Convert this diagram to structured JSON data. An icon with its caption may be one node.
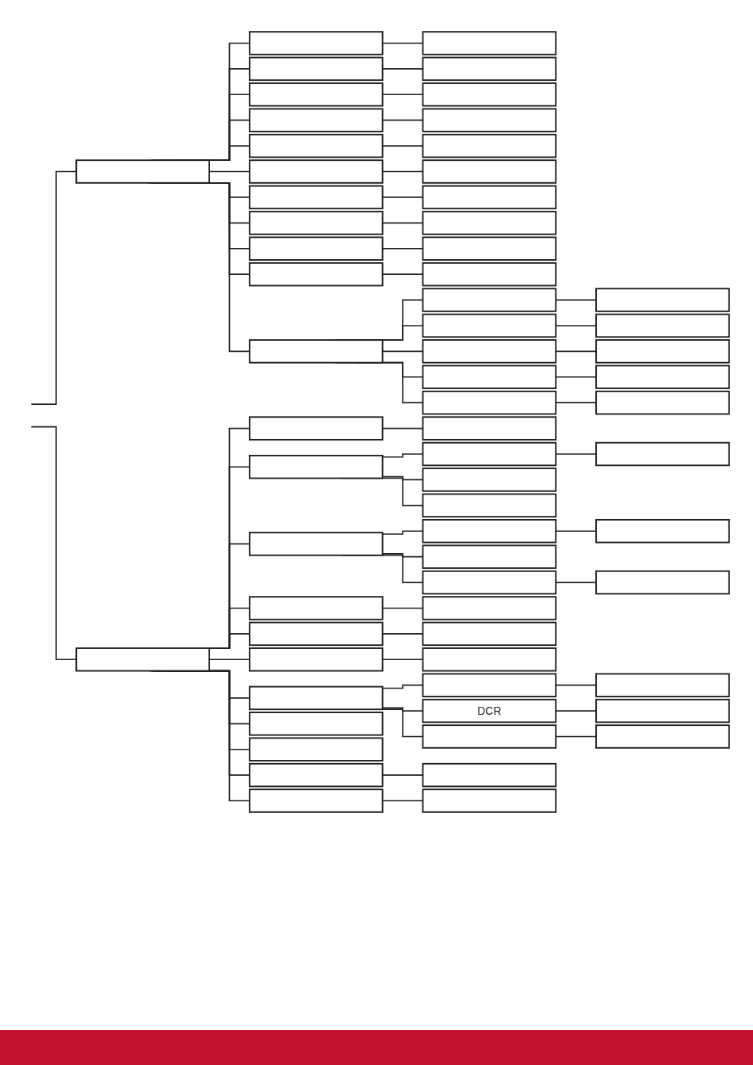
{
  "diagram": {
    "nodes": [
      {
        "text": [],
        "shape": "box"
      },
      {
        "text": [],
        "shape": "box"
      },
      {
        "text": [],
        "shape": "box"
      },
      {
        "text": [],
        "shape": "box"
      },
      {
        "text": [],
        "shape": "box"
      },
      {
        "text": [],
        "shape": "box"
      },
      {
        "text": [],
        "shape": "box"
      },
      {
        "text": [],
        "shape": "box"
      },
      {
        "text": [],
        "shape": "box"
      },
      {
        "text": [],
        "shape": "box"
      },
      {
        "text": [],
        "shape": "box"
      },
      {
        "text": [],
        "shape": "box"
      },
      {
        "text": [],
        "shape": "box"
      },
      {
        "text": [],
        "shape": "box"
      },
      {
        "text": [],
        "shape": "box"
      },
      {
        "text": [],
        "shape": "box"
      },
      {
        "text": [],
        "shape": "box"
      },
      {
        "text": [],
        "shape": "box"
      },
      {
        "text": [],
        "shape": "box"
      },
      {
        "text": [],
        "shape": "box"
      },
      {
        "text": [],
        "shape": "box"
      },
      {
        "text": [],
        "shape": "box"
      },
      {
        "text": [],
        "shape": "box"
      },
      {
        "text": [],
        "shape": "box"
      },
      {
        "text": [],
        "shape": "box"
      },
      {
        "text": [],
        "shape": "box"
      },
      {
        "text": [],
        "shape": "box"
      },
      {
        "text": [],
        "shape": "box"
      },
      {
        "text": [],
        "shape": "box"
      },
      {
        "text": [],
        "shape": "box"
      },
      {
        "text": [],
        "shape": "box"
      },
      {
        "text": [],
        "shape": "box"
      },
      {
        "text": [],
        "shape": "box"
      },
      {
        "text": [],
        "shape": "box"
      },
      {
        "text": [],
        "shape": "box"
      },
      {
        "text": [],
        "shape": "box"
      },
      {
        "text": [],
        "shape": "box"
      },
      {
        "text": [],
        "shape": "box"
      },
      {
        "text": [],
        "shape": "box"
      },
      {
        "text": [],
        "shape": "box"
      },
      {
        "text": [],
        "shape": "box"
      },
      {
        "text": [],
        "shape": "box"
      },
      {
        "text": [],
        "shape": "box"
      },
      {
        "text": [],
        "shape": "box"
      },
      {
        "text": [],
        "shape": "box"
      },
      {
        "text": [],
        "shape": "box"
      },
      {
        "text": [],
        "shape": "box"
      },
      {
        "text": [],
        "shape": "box"
      },
      {
        "text": [],
        "shape": "box"
      },
      {
        "text": [],
        "shape": "box"
      },
      {
        "text": [],
        "shape": "box"
      },
      {
        "text": [],
        "shape": "box"
      },
      {
        "text": [],
        "shape": "box"
      },
      {
        "text": [],
        "shape": "box"
      },
      {
        "text": [],
        "shape": "box"
      },
      {
        "text": [
          "DCR"
        ]
      },
      {
        "text": [],
        "shape": "box"
      },
      {
        "text": [],
        "shape": "box"
      },
      {
        "text": [],
        "shape": "box"
      },
      {
        "text": [],
        "shape": "box"
      },
      {
        "text": [],
        "shape": "box"
      },
      {
        "text": [],
        "shape": "box"
      },
      {
        "text": [],
        "shape": "box"
      },
      {
        "text": [],
        "shape": "box"
      },
      {
        "text": [],
        "shape": "box"
      }
    ],
    "edges": [
      {
        "from": null,
        "to": 0,
        "arrow": "none"
      },
      {
        "from": null,
        "to": 32,
        "arrow": "none"
      },
      {
        "from": 0,
        "to": 1,
        "arrow": "none"
      },
      {
        "from": 0,
        "to": 2,
        "arrow": "none"
      },
      {
        "from": 0,
        "to": 3,
        "arrow": "none"
      },
      {
        "from": 0,
        "to": 4,
        "arrow": "none"
      },
      {
        "from": 0,
        "to": 5,
        "arrow": "none"
      },
      {
        "from": 0,
        "to": 6,
        "arrow": "none"
      },
      {
        "from": 0,
        "to": 7,
        "arrow": "none"
      },
      {
        "from": 0,
        "to": 8,
        "arrow": "none"
      },
      {
        "from": 0,
        "to": 9,
        "arrow": "none"
      },
      {
        "from": 0,
        "to": 10,
        "arrow": "none"
      },
      {
        "from": 0,
        "to": 11,
        "arrow": "none"
      },
      {
        "from": 1,
        "to": 12,
        "arrow": "none"
      },
      {
        "from": 2,
        "to": 13,
        "arrow": "none"
      },
      {
        "from": 3,
        "to": 14,
        "arrow": "none"
      },
      {
        "from": 4,
        "to": 15,
        "arrow": "none"
      },
      {
        "from": 5,
        "to": 16,
        "arrow": "none"
      },
      {
        "from": 6,
        "to": 17,
        "arrow": "none"
      },
      {
        "from": 7,
        "to": 18,
        "arrow": "none"
      },
      {
        "from": 8,
        "to": 19,
        "arrow": "none"
      },
      {
        "from": 9,
        "to": 20,
        "arrow": "none"
      },
      {
        "from": 10,
        "to": 21,
        "arrow": "none"
      },
      {
        "from": 11,
        "to": 22,
        "arrow": "none"
      },
      {
        "from": 11,
        "to": 23,
        "arrow": "none"
      },
      {
        "from": 11,
        "to": 24,
        "arrow": "none"
      },
      {
        "from": 11,
        "to": 25,
        "arrow": "none"
      },
      {
        "from": 11,
        "to": 26,
        "arrow": "none"
      },
      {
        "from": 22,
        "to": 27,
        "arrow": "none"
      },
      {
        "from": 23,
        "to": 28,
        "arrow": "none"
      },
      {
        "from": 24,
        "to": 29,
        "arrow": "none"
      },
      {
        "from": 25,
        "to": 30,
        "arrow": "none"
      },
      {
        "from": 26,
        "to": 31,
        "arrow": "none"
      },
      {
        "from": 32,
        "to": 33,
        "arrow": "none"
      },
      {
        "from": 32,
        "to": 34,
        "arrow": "none"
      },
      {
        "from": 32,
        "to": 35,
        "arrow": "none"
      },
      {
        "from": 32,
        "to": 36,
        "arrow": "none"
      },
      {
        "from": 32,
        "to": 37,
        "arrow": "none"
      },
      {
        "from": 32,
        "to": 38,
        "arrow": "none"
      },
      {
        "from": 32,
        "to": 39,
        "arrow": "none"
      },
      {
        "from": 32,
        "to": 40,
        "arrow": "none"
      },
      {
        "from": 32,
        "to": 41,
        "arrow": "none"
      },
      {
        "from": 32,
        "to": 42,
        "arrow": "none"
      },
      {
        "from": 32,
        "to": 43,
        "arrow": "none"
      },
      {
        "from": 33,
        "to": 44,
        "arrow": "none"
      },
      {
        "from": 34,
        "to": 45,
        "arrow": "none"
      },
      {
        "from": 34,
        "to": 46,
        "arrow": "none"
      },
      {
        "from": 34,
        "to": 47,
        "arrow": "none"
      },
      {
        "from": 35,
        "to": 48,
        "arrow": "none"
      },
      {
        "from": 35,
        "to": 49,
        "arrow": "none"
      },
      {
        "from": 35,
        "to": 50,
        "arrow": "none"
      },
      {
        "from": 36,
        "to": 51,
        "arrow": "none"
      },
      {
        "from": 37,
        "to": 52,
        "arrow": "none"
      },
      {
        "from": 38,
        "to": 53,
        "arrow": "none"
      },
      {
        "from": 39,
        "to": 54,
        "arrow": "none"
      },
      {
        "from": 39,
        "to": 55,
        "arrow": "none"
      },
      {
        "from": 39,
        "to": 56,
        "arrow": "none"
      },
      {
        "from": 42,
        "to": 57,
        "arrow": "none"
      },
      {
        "from": 43,
        "to": 58,
        "arrow": "none"
      },
      {
        "from": 45,
        "to": 59,
        "arrow": "none"
      },
      {
        "from": 48,
        "to": 60,
        "arrow": "none"
      },
      {
        "from": 50,
        "to": 61,
        "arrow": "none"
      },
      {
        "from": 54,
        "to": 62,
        "arrow": "none"
      },
      {
        "from": 55,
        "to": 63,
        "arrow": "none"
      },
      {
        "from": 56,
        "to": 64,
        "arrow": "none"
      }
    ]
  }
}
